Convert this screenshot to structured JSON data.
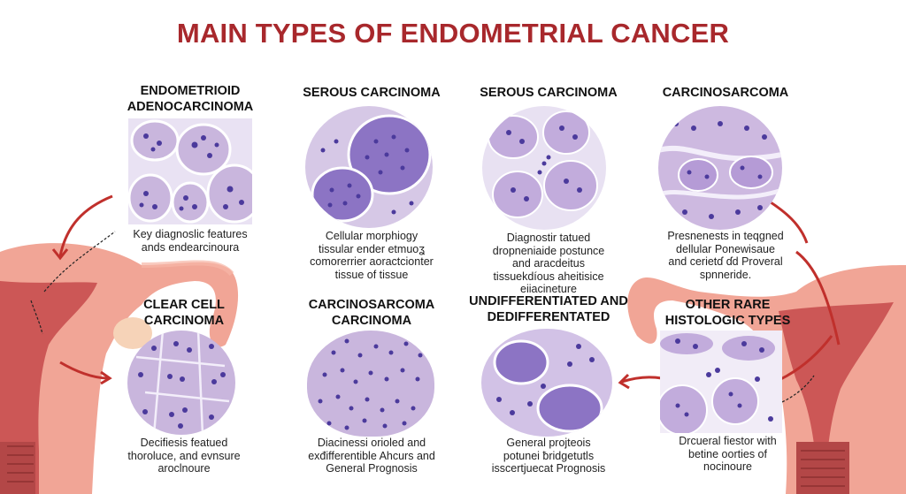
{
  "title": {
    "text": "MAIN TYPES OF ENDOMETRIAL CANCER",
    "color": "#a8282c"
  },
  "colors": {
    "tissue_bg": "#c9b6dd",
    "nucleus": "#4b3a9c",
    "stroma": "#f3eefa",
    "uterus_outer": "#f1a596",
    "uterus_inner": "#c84f4f",
    "arrow": "#c0302c"
  },
  "cards": [
    {
      "id": "endometrioid",
      "heading_lines": [
        "ENDOMETRIOID",
        "ADENOCARCINOMA"
      ],
      "image_shape": "square",
      "caption_lines": [
        "Key diagnoslic features",
        "ands endearcinoura"
      ]
    },
    {
      "id": "serous-1",
      "heading_lines": [
        "SEROUS CARCINOMA"
      ],
      "image_shape": "circle",
      "caption_lines": [
        "Cellular morphiogy",
        "tissular ender etmuoʓ",
        "comorerrier aoractcionter",
        "tissue of tissue"
      ]
    },
    {
      "id": "serous-2",
      "heading_lines": [
        "SEROUS CARCINOMA"
      ],
      "image_shape": "circle",
      "caption_lines": [
        "Diagnostir tatued",
        "dropneniaide postunce",
        "and aracdeitus",
        "tissuekdíous aheitisice",
        "eiiacineture"
      ]
    },
    {
      "id": "carcinosarcoma-top",
      "heading_lines": [
        "CARCINOSARCOMA"
      ],
      "image_shape": "circle",
      "caption_lines": [
        "Presnenests in teqgned",
        "dellular Ponewisaue",
        "and cerietɗ ɗd Proveral",
        "spnneride."
      ]
    },
    {
      "id": "clear-cell",
      "heading_lines": [
        "CLEAR CELL",
        "CARCINOMA"
      ],
      "image_shape": "circle",
      "caption_lines": [
        "Decifiesis featued",
        "thoroluce, and evnsure",
        "aroclnoure"
      ]
    },
    {
      "id": "carcinosarcoma-bottom",
      "heading_lines": [
        "CARCINOSARCOMA",
        "CARCINOMA"
      ],
      "image_shape": "square",
      "caption_lines": [
        "Diacinessi orioled and",
        "exđifferentible Ahcurs and",
        "General Prognosis"
      ]
    },
    {
      "id": "undifferentiated",
      "heading_lines": [
        "UNDIFFERENTIATED AND",
        "DEDIFFERENTATED"
      ],
      "image_shape": "circle",
      "caption_lines": [
        "General projteois",
        "potunei ƀridgetutls",
        "isscertjuecat Prognosis"
      ]
    },
    {
      "id": "other-rare",
      "heading_lines": [
        "OTHER RARE",
        "HISTOLOGIC TYPES"
      ],
      "image_shape": "square",
      "caption_lines": [
        "Drcueral fiestor with",
        "betine oorties of",
        "nocinoure"
      ]
    }
  ]
}
